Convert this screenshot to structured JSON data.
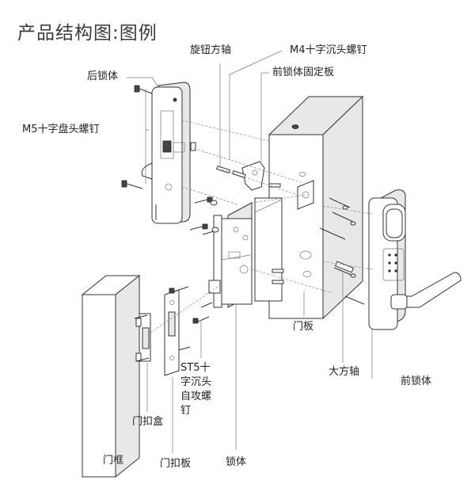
{
  "title": "产品结构图:图例",
  "labels": {
    "rear_lock_body": "后锁体",
    "m5_screw": "M5十字盘头螺钉",
    "knob_spindle": "旋钮方轴",
    "m4_screw": "M4十字沉头螺钉",
    "front_fixing_plate": "前锁体固定板",
    "door_panel": "门板",
    "large_spindle": "大方轴",
    "front_lock_body": "前锁体",
    "st5_screw": "ST5十字沉头自攻螺钉",
    "strike_box": "门扣盒",
    "door_frame": "门框",
    "strike_plate": "门扣板",
    "lock_body": "锁体"
  }
}
